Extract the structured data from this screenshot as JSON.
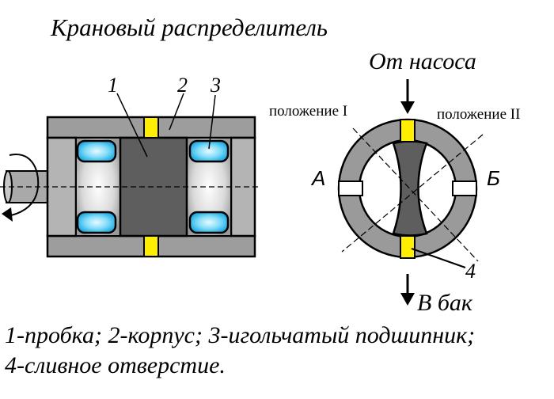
{
  "title": "Крановый распределитель",
  "left_view": {
    "labels": [
      "1",
      "2",
      "3"
    ]
  },
  "right_view": {
    "inlet_label": "От насоса",
    "outlet_label": "В бак",
    "position_1": "положение I",
    "position_2": "положение II",
    "port_a": "А",
    "port_b": "Б",
    "drain_label": "4"
  },
  "legend": {
    "line1": "1-пробка; 2-корпус; 3-игольчатый подшипник;",
    "line2": "4-сливное отверстие."
  },
  "colors": {
    "body_gray": "#9d9d9d",
    "plug_dark": "#5e5e5e",
    "port_yellow": "#ffee00",
    "bearing_blue": "#40c8f0"
  }
}
